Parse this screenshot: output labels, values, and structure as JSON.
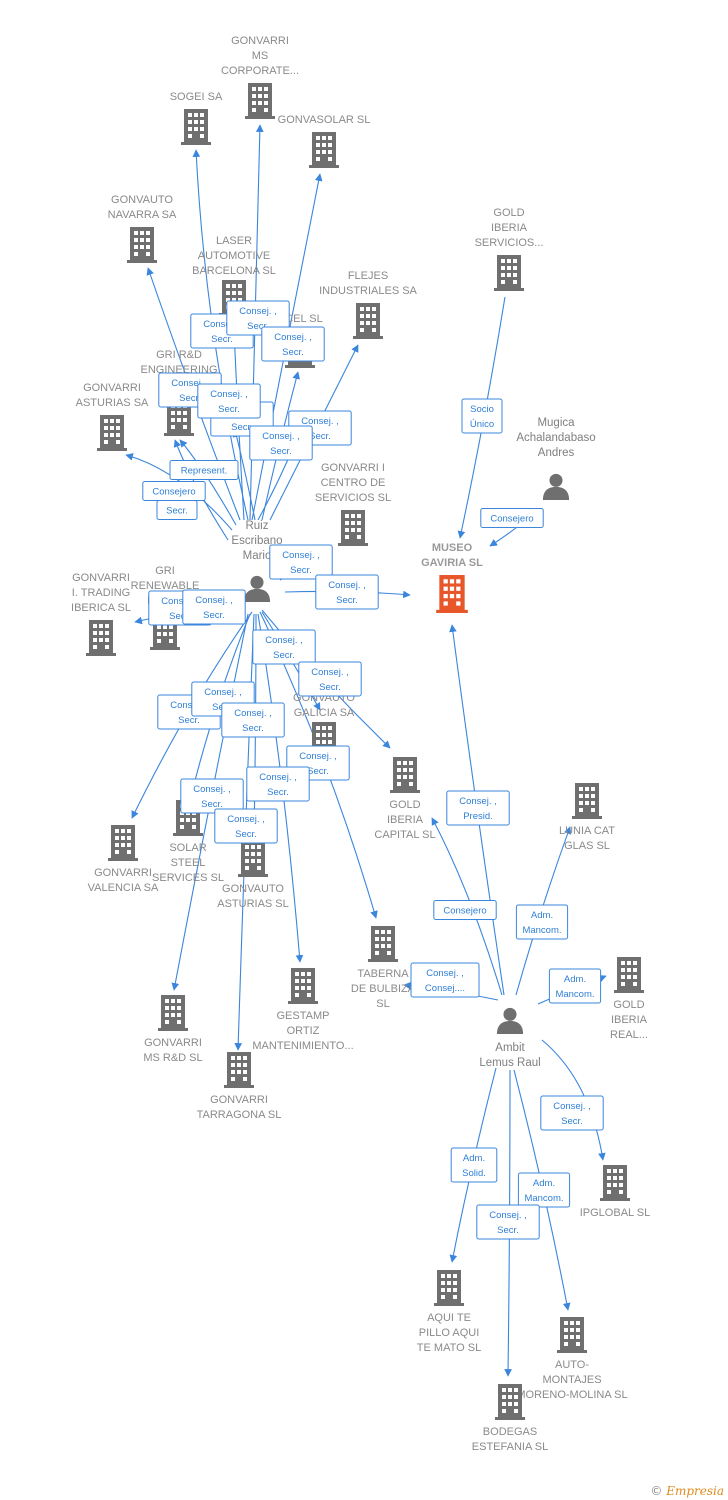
{
  "colors": {
    "edge": "#3a86dd",
    "building": "#6f6f6f",
    "center": "#e8572a",
    "person": "#6f6f6f"
  },
  "center": {
    "label": [
      "MUSEO",
      "GAVIRIA  SL"
    ],
    "icon": "building-icon"
  },
  "persons": [
    {
      "id": "ruiz",
      "label": [
        "Ruiz",
        "Escribano",
        "Mario"
      ],
      "icon": "person-icon"
    },
    {
      "id": "mugica",
      "label": [
        "Mugica",
        "Achalandabaso",
        "Andres"
      ],
      "icon": "person-icon"
    },
    {
      "id": "ambit",
      "label": [
        "Ambit",
        "Lemus Raul"
      ],
      "icon": "person-icon"
    }
  ],
  "companies": [
    {
      "id": "gonvarri_ms_corp",
      "label": [
        "GONVARRI",
        "MS",
        "CORPORATE..."
      ]
    },
    {
      "id": "sogei",
      "label": [
        "SOGEI SA"
      ]
    },
    {
      "id": "gonvasolar",
      "label": [
        "GONVASOLAR SL"
      ]
    },
    {
      "id": "gonvauto_navarra",
      "label": [
        "GONVAUTO",
        "NAVARRA SA"
      ]
    },
    {
      "id": "laser",
      "label": [
        "LASER",
        "AUTOMOTIVE",
        "BARCELONA SL"
      ]
    },
    {
      "id": "gold_iberia_serv",
      "label": [
        "GOLD",
        "IBERIA",
        "SERVICIOS..."
      ]
    },
    {
      "id": "flejes",
      "label": [
        "FLEJES",
        "INDUSTRIALES SA"
      ]
    },
    {
      "id": "ucel",
      "label": [
        "UCEL SL"
      ]
    },
    {
      "id": "gri_rd",
      "label": [
        "GRI R&D",
        "ENGINEERING"
      ]
    },
    {
      "id": "gonvarri_asturias",
      "label": [
        "GONVARRI",
        "ASTURIAS SA"
      ]
    },
    {
      "id": "gonvarri_centro",
      "label": [
        "GONVARRI I",
        "CENTRO DE",
        "SERVICIOS SL"
      ]
    },
    {
      "id": "gri_renewable",
      "label": [
        "GRI",
        "RENEWABLE",
        "INDU..."
      ]
    },
    {
      "id": "gonvarri_trading",
      "label": [
        "GONVARRI",
        "I.  TRADING",
        "IBERICA  SL"
      ]
    },
    {
      "id": "gonvauto_galicia",
      "label": [
        "GONVAUTO",
        "GALICIA SA"
      ]
    },
    {
      "id": "gold_iberia_capital",
      "label": [
        "GOLD",
        "IBERIA",
        "CAPITAL  SL"
      ]
    },
    {
      "id": "lunia",
      "label": [
        "LUNIA CAT",
        "GLAS SL"
      ]
    },
    {
      "id": "gonvarri_valencia",
      "label": [
        "GONVARRI",
        "VALENCIA SA"
      ]
    },
    {
      "id": "solar_steel",
      "label": [
        "SOLAR",
        "STEEL",
        "SERVICES  SL"
      ]
    },
    {
      "id": "gonvauto_asturias",
      "label": [
        "GONVAUTO",
        "ASTURIAS SL"
      ]
    },
    {
      "id": "taberna",
      "label": [
        "TABERNA",
        "DE BULBIZA",
        "SL"
      ]
    },
    {
      "id": "gold_iberia_real",
      "label": [
        "GOLD",
        "IBERIA",
        "REAL..."
      ]
    },
    {
      "id": "gonvarri_ms_rd",
      "label": [
        "GONVARRI",
        "MS R&D  SL"
      ]
    },
    {
      "id": "gestamp",
      "label": [
        "GESTAMP",
        "ORTIZ",
        "MANTENIMIENTO..."
      ]
    },
    {
      "id": "gonvarri_tarragona",
      "label": [
        "GONVARRI",
        "TARRAGONA SL"
      ]
    },
    {
      "id": "ipglobal",
      "label": [
        "IPGLOBAL SL"
      ]
    },
    {
      "id": "aqui_te_pillo",
      "label": [
        "AQUI TE",
        "PILLO AQUI",
        "TE MATO SL"
      ]
    },
    {
      "id": "auto_montajes",
      "label": [
        "AUTO-",
        "MONTAJES",
        "MORENO-MOLINA SL"
      ]
    },
    {
      "id": "bodegas",
      "label": [
        "BODEGAS",
        "ESTEFANIA SL"
      ]
    }
  ],
  "edge_labels": [
    [
      "Consej. ,",
      "Secr."
    ],
    [
      "Consej. ,",
      "Secr."
    ],
    [
      "Consej. ,",
      "Secr."
    ],
    [
      "Consej. ,",
      "Secr."
    ],
    [
      "Consej. ,",
      "Secr."
    ],
    [
      "Consej. ,",
      "Secr."
    ],
    [
      "Consej. ,",
      "Secr."
    ],
    [
      "Represent."
    ],
    [
      "Consejero"
    ],
    [
      "Secr."
    ],
    [
      "Consej. ,",
      "Secr."
    ],
    [
      "Consej. ,",
      "Secr."
    ],
    [
      "Consej. ,",
      "Secr."
    ],
    [
      "Consej. ,",
      "Secr."
    ],
    [
      "Consej. ,",
      "Secr."
    ],
    [
      "Consej. ,",
      "Secr."
    ],
    [
      "Consej. ,",
      "Secr."
    ],
    [
      "Consej. ,",
      "Secr."
    ],
    [
      "Consej. ,",
      "Secr."
    ],
    [
      "Consej. ,",
      "Secr."
    ],
    [
      "Consej. ,",
      "Secr."
    ],
    [
      "Consej. ,",
      "Secr."
    ],
    [
      "Consej. ,",
      "Secr."
    ],
    [
      "Consej. ,",
      "Secr."
    ],
    [
      "Socio",
      "Único"
    ],
    [
      "Consejero"
    ],
    [
      "Consej. ,",
      "Presid."
    ],
    [
      "Consejero"
    ],
    [
      "Adm.",
      "Mancom."
    ],
    [
      "Consej. ,",
      "Consej...."
    ],
    [
      "Adm.",
      "Mancom."
    ],
    [
      "Consej. ,",
      "Secr."
    ],
    [
      "Adm.",
      "Solid."
    ],
    [
      "Adm.",
      "Mancom."
    ],
    [
      "Consej. ,",
      "Secr."
    ]
  ],
  "footer": {
    "copyright": "©",
    "brand": "Empresia"
  }
}
